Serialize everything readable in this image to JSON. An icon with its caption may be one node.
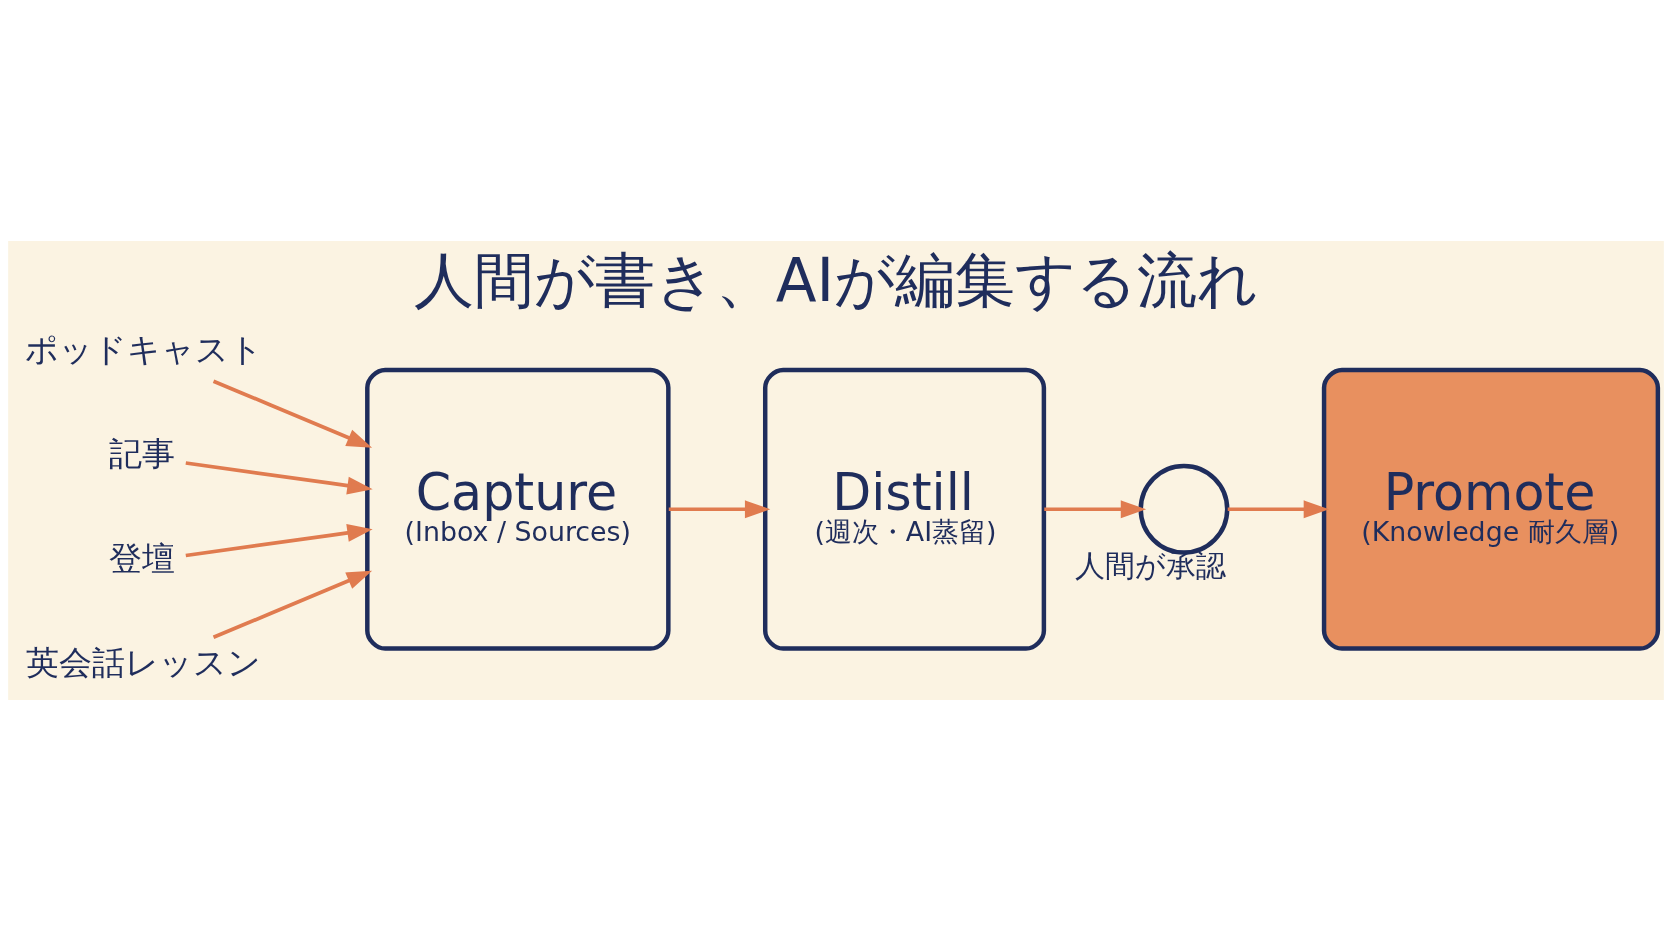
{
  "diagram": {
    "title": "人間が書き、AIが編集する流れ",
    "nodes": [
      {
        "text": [
          "ポッドキャスト"
        ]
      },
      {
        "text": [
          "記事"
        ]
      },
      {
        "text": [
          "登壇"
        ]
      },
      {
        "text": [
          "英会話レッスン"
        ]
      },
      {
        "text": [
          "Capture",
          "(Inbox / Sources)"
        ]
      },
      {
        "text": [
          "Distill",
          "(週次・AI蒸留)"
        ]
      },
      {
        "text": [],
        "shape": "person",
        "beside": [
          "人間が承認"
        ]
      },
      {
        "text": [
          "Promote",
          "(Knowledge 耐久層)"
        ]
      }
    ],
    "edges": [
      {
        "from": 0,
        "to": 4,
        "arrow": "to"
      },
      {
        "from": 1,
        "to": 4,
        "arrow": "to"
      },
      {
        "from": 2,
        "to": 4,
        "arrow": "to"
      },
      {
        "from": 3,
        "to": 4,
        "arrow": "to"
      },
      {
        "from": 4,
        "to": 5,
        "arrow": "to"
      },
      {
        "from": 5,
        "to": 6,
        "arrow": "to"
      },
      {
        "from": 6,
        "to": 7,
        "arrow": "to"
      }
    ]
  }
}
